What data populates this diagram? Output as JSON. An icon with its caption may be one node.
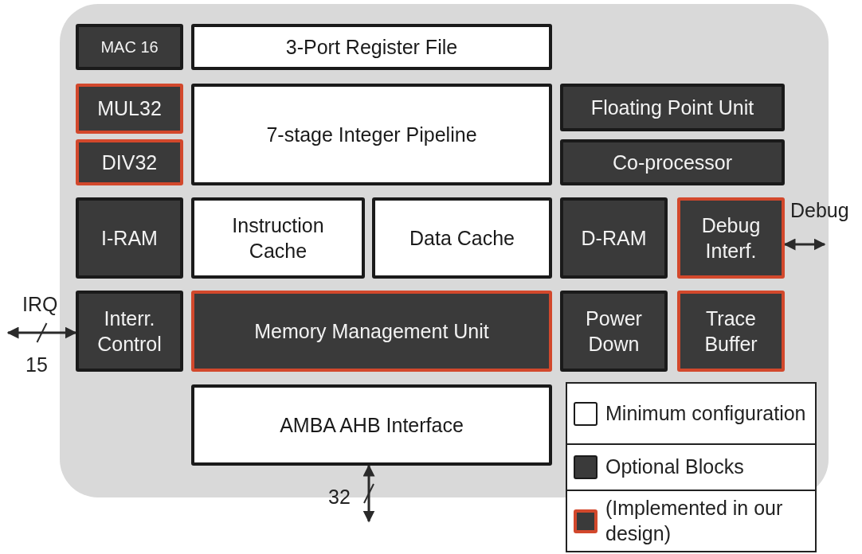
{
  "diagram": {
    "nodes": [
      {
        "text": [
          "MAC 16"
        ]
      },
      {
        "text": [
          "3-Port Register File"
        ]
      },
      {
        "text": [
          "MUL32"
        ]
      },
      {
        "text": [
          "7-stage Integer Pipeline"
        ]
      },
      {
        "text": [
          "DIV32"
        ]
      },
      {
        "text": [
          "Floating Point Unit"
        ]
      },
      {
        "text": [
          "Co-processor"
        ]
      },
      {
        "text": [
          "I-RAM"
        ]
      },
      {
        "text": [
          "Instruction Cache"
        ]
      },
      {
        "text": [
          "Data Cache"
        ]
      },
      {
        "text": [
          "D-RAM"
        ]
      },
      {
        "text": [
          "Debug Interf."
        ]
      },
      {
        "text": [
          "Interr. Control"
        ]
      },
      {
        "text": [
          "Memory Management Unit"
        ]
      },
      {
        "text": [
          "Power Down"
        ]
      },
      {
        "text": [
          "Trace Buffer"
        ]
      },
      {
        "text": [
          "AMBA AHB Interface"
        ]
      }
    ],
    "edges": [
      {
        "from": null,
        "to": 12,
        "arrow": "both",
        "label": "IRQ"
      },
      {
        "from": 11,
        "to": null,
        "arrow": "both",
        "label": "Debug"
      },
      {
        "from": 16,
        "to": null,
        "arrow": "both",
        "label": "32"
      }
    ],
    "labels": [
      "15"
    ],
    "legend": [
      {
        "text": "Minimum configuration",
        "color": "#ffffff"
      },
      {
        "text": "Optional Blocks",
        "color": "#3a3a3a"
      },
      {
        "text": "(Implemented in our design)"
      }
    ]
  }
}
